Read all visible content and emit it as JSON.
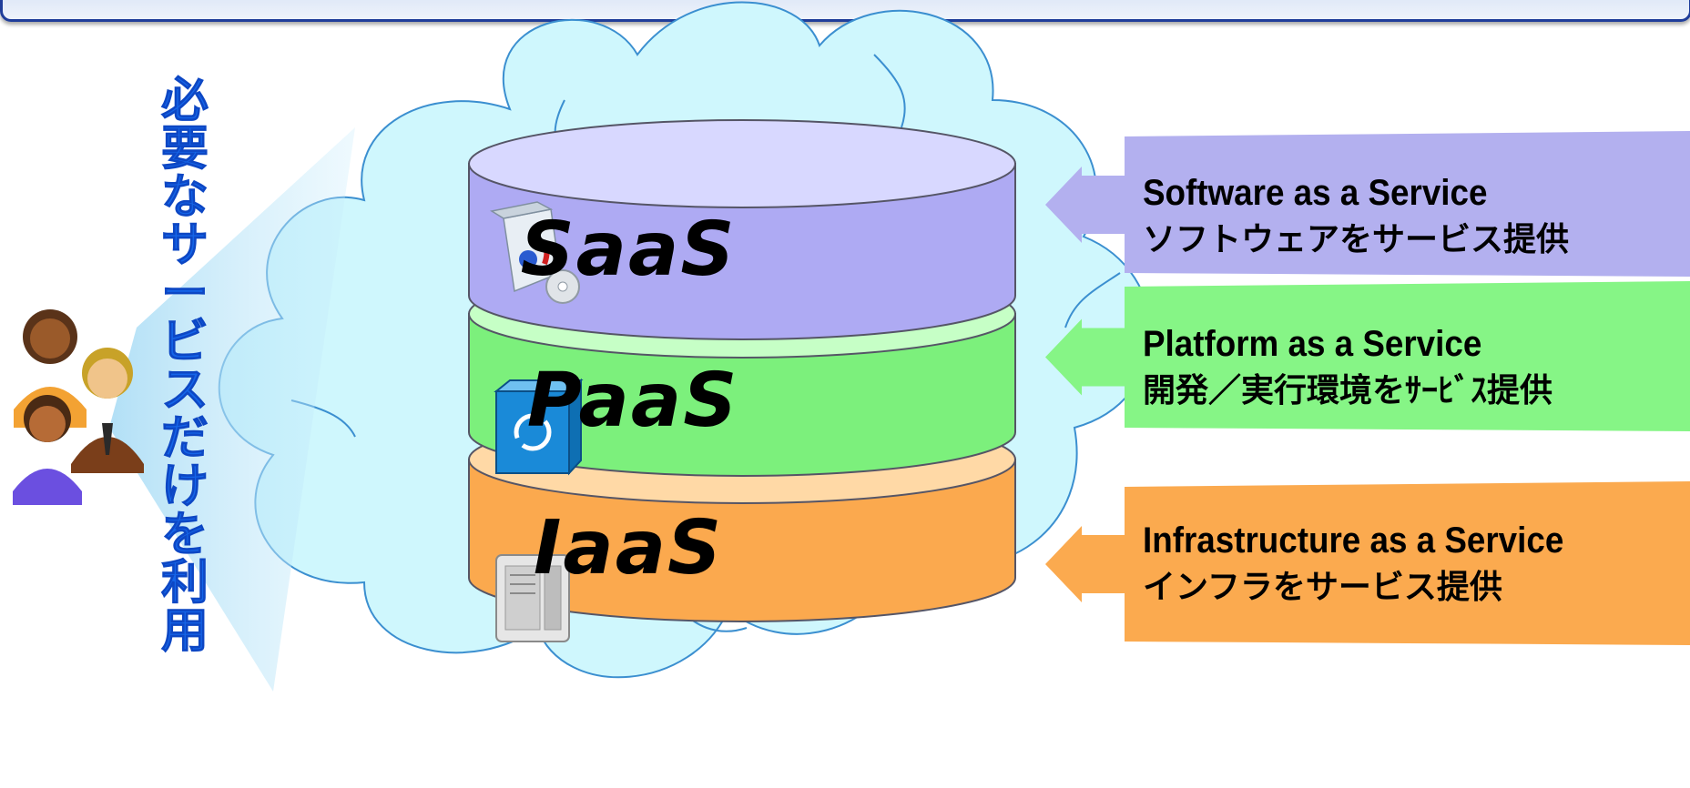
{
  "side_caption": [
    "必",
    "要",
    "な",
    "サ",
    "ー",
    "ビ",
    "ス",
    "だ",
    "け",
    "を",
    "利",
    "用"
  ],
  "layers": [
    {
      "key": "saas",
      "label": "SaaS",
      "service_en": "Software as a Service",
      "service_jp": "ソフトウェアをサービス提供",
      "top_color": "#d8d8ff",
      "body_color": "#aeaaf3",
      "arrow_color": "#b3b0ef",
      "icon": "software-box-icon"
    },
    {
      "key": "paas",
      "label": "PaaS",
      "service_en": "Platform as a Service",
      "service_jp": "開発／実行環境をｻｰﾋﾞｽ提供",
      "top_color": "#c6ffc6",
      "body_color": "#7cf07c",
      "arrow_color": "#86f586",
      "icon": "platform-cube-icon"
    },
    {
      "key": "iaas",
      "label": "IaaS",
      "service_en": "Infrastructure as a Service",
      "service_jp": "インフラをサービス提供",
      "top_color": "#ffd9a6",
      "body_color": "#fba94e",
      "arrow_color": "#fbaa4f",
      "icon": "server-icon"
    }
  ],
  "colors": {
    "cloud_fill": "#cff7fd",
    "cloud_stroke": "#3b8fd0",
    "caption": "#1565e8",
    "banner_border": "#1f3d9a"
  },
  "icons": {
    "users": "users-group-icon",
    "cloud": "cloud-icon"
  }
}
